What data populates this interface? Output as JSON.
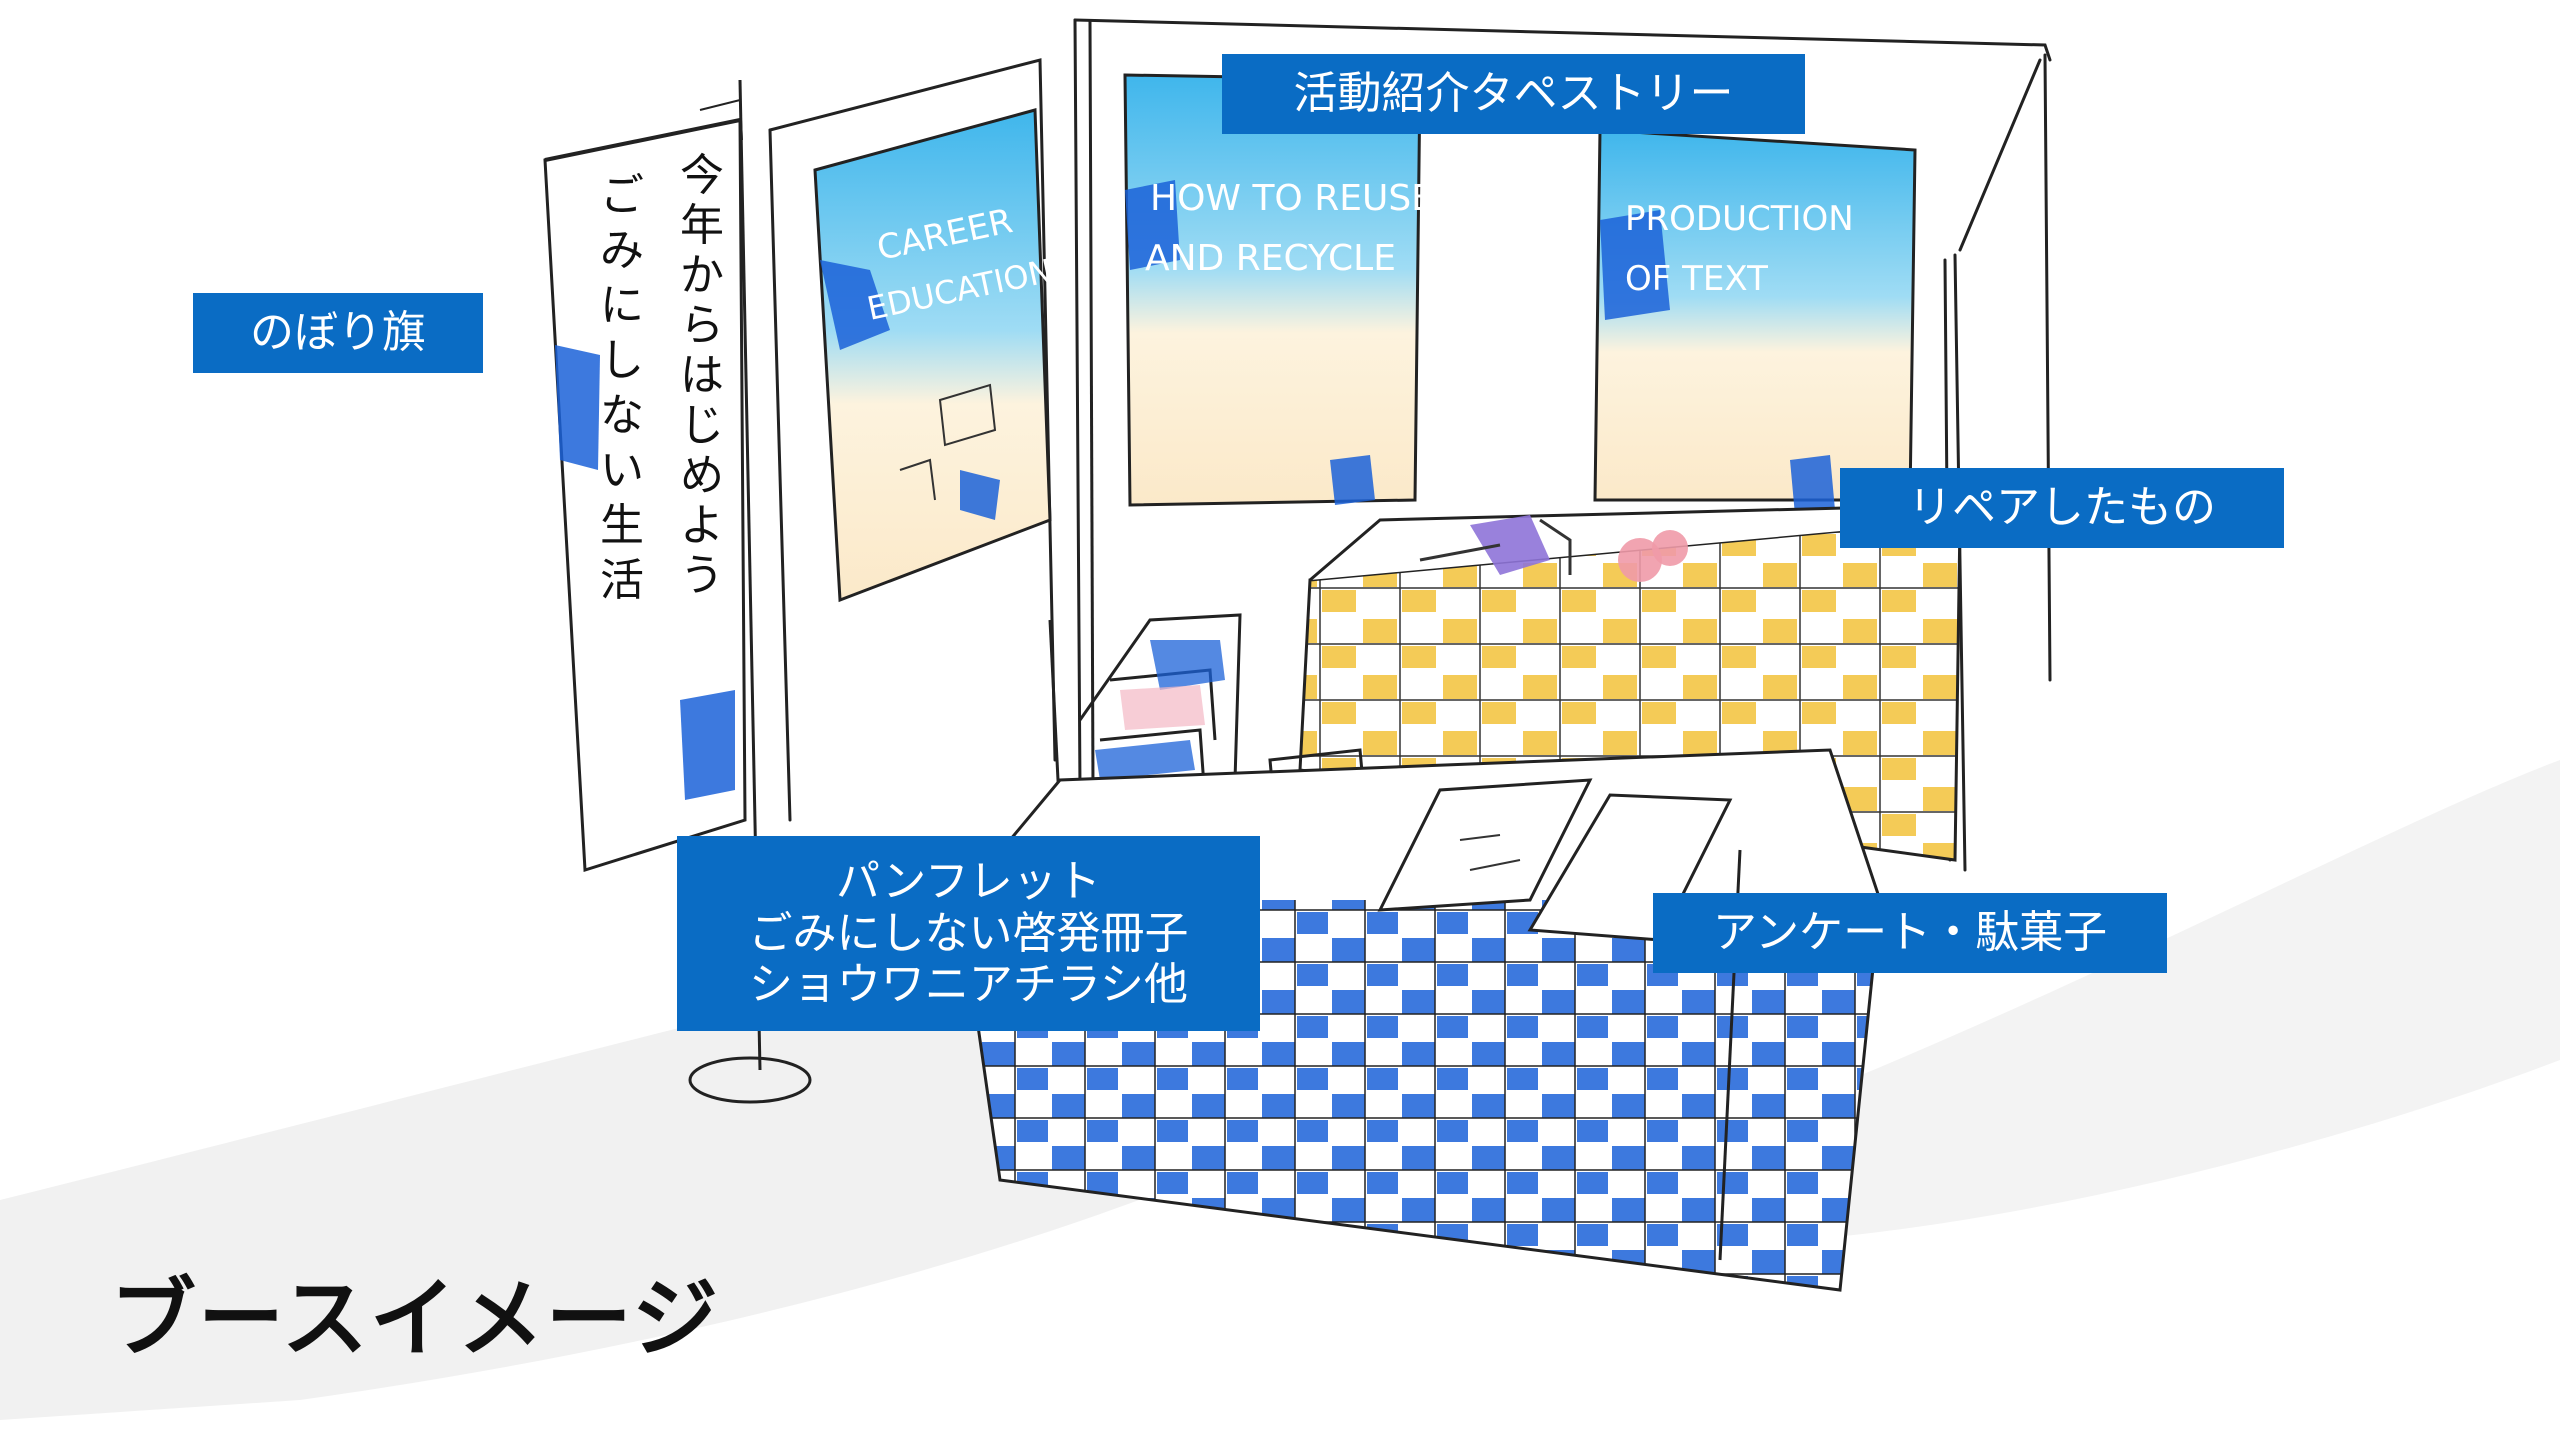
{
  "title": "ブースイメージ",
  "labels": {
    "tapestry": "活動紹介タペストリー",
    "nobori": "のぼり旗",
    "repair": "リペアしたもの",
    "survey": "アンケート・駄菓子",
    "pamphlet": [
      "パンフレット",
      "ごみにしない啓発冊子",
      "ショウワニアチラシ他"
    ]
  },
  "colors": {
    "label_bg": "#0a6cc4",
    "label_text": "#ffffff",
    "sketch_blue": "#1b62d8",
    "sketch_light_blue": "#58c8f0",
    "sketch_yellow": "#f2c23a",
    "title_text": "#111111"
  },
  "icons": [
    "nobori-flag-sketch",
    "tapestry-sketch",
    "booth-table-sketch"
  ]
}
